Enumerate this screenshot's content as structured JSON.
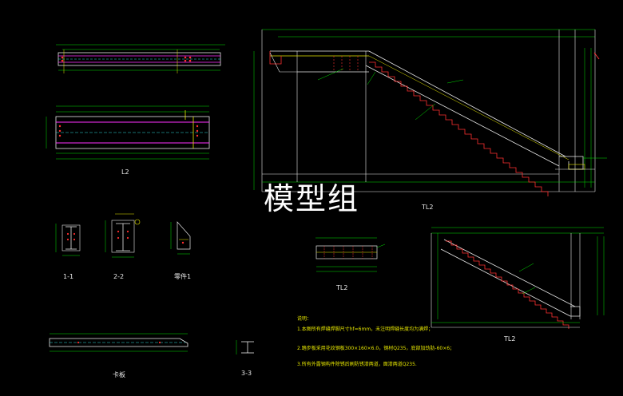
{
  "labels": {
    "l2_top": "L2",
    "tl2_main": "TL2",
    "tl2_mid": "TL2",
    "tl2_right": "TL2",
    "sec_1_1": "1-1",
    "sec_2_2": "2-2",
    "sec_3_3": "3-3",
    "part_1": "零件1",
    "bottom_left": "卡板"
  },
  "watermark": "模型组",
  "notes": {
    "title": "说明：",
    "items": [
      "1.本图所有焊缝焊脚尺寸hf=6mm，未注明焊缝长度均为满焊；",
      "2.踏步板采用花纹钢板300×160×6.0，钢材Q235，底部加劲肋-60×6；",
      "3.所有外露钢构件除锈后刷防锈漆两道，面漆两道Q235."
    ]
  },
  "colors": {
    "background": "#000000",
    "line_white": "#e8e8e8",
    "line_red": "#ff3030",
    "line_magenta": "#ff30ff",
    "line_yellow": "#e6e600",
    "line_green": "#00e000",
    "line_cyan": "#30e0e0"
  }
}
